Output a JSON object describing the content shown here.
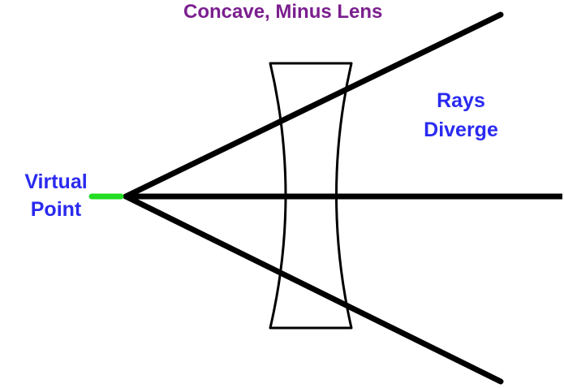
{
  "title": "Concave, Minus Lens",
  "rays_label": {
    "line1": "Rays",
    "line2": "Diverge"
  },
  "virtual_point_label": {
    "line1": "Virtual",
    "line2": "Point"
  },
  "colors": {
    "title": "#7b1f8f",
    "labels": "#2a2af0",
    "virtual_marker": "#22dd22",
    "lines": "#000000",
    "background": "#ffffff"
  }
}
